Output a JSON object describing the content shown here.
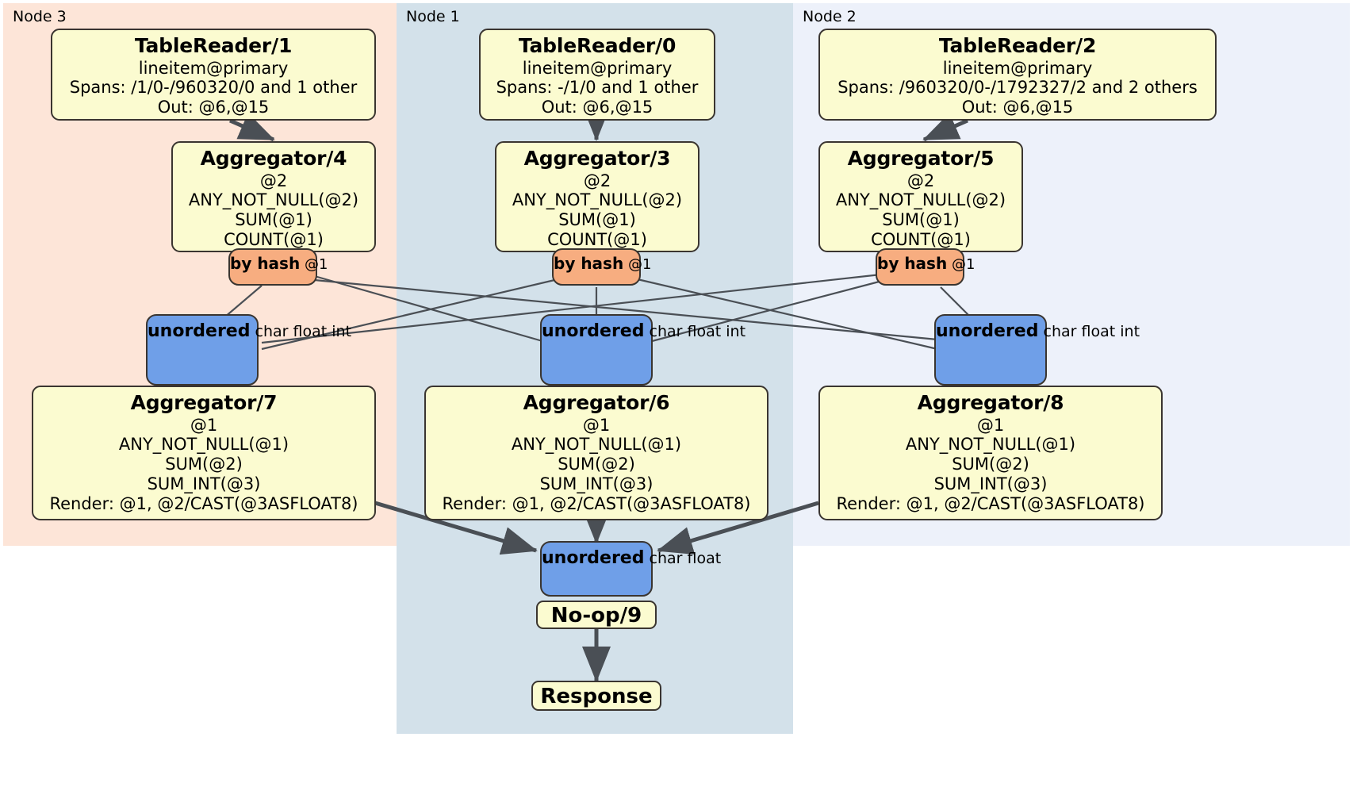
{
  "diagram": {
    "type": "distributed-query-plan",
    "colors": {
      "node3_panel": "#fde5d8",
      "node1_panel": "#d3e1ea",
      "node2_panel": "#edf1fa",
      "processor_box": "#fbfbd0",
      "router_box": "#f7ad80",
      "receiver_box": "#6f9fe8",
      "border": "#3a3530",
      "edge": "#4a4f55"
    }
  },
  "panels": [
    {
      "id": "node3",
      "label": "Node 3"
    },
    {
      "id": "node1",
      "label": "Node 1"
    },
    {
      "id": "node2",
      "label": "Node 2"
    }
  ],
  "processors": {
    "table_reader_1": {
      "title": "TableReader/1",
      "lines": [
        "lineitem@primary",
        "Spans: /1/0-/960320/0 and 1 other",
        "Out: @6,@15"
      ]
    },
    "table_reader_0": {
      "title": "TableReader/0",
      "lines": [
        "lineitem@primary",
        "Spans: -/1/0 and 1 other",
        "Out: @6,@15"
      ]
    },
    "table_reader_2": {
      "title": "TableReader/2",
      "lines": [
        "lineitem@primary",
        "Spans: /960320/0-/1792327/2 and 2 others",
        "Out: @6,@15"
      ]
    },
    "aggregator_4": {
      "title": "Aggregator/4",
      "lines": [
        "@2",
        "ANY_NOT_NULL(@2)",
        "SUM(@1)",
        "COUNT(@1)"
      ]
    },
    "aggregator_3": {
      "title": "Aggregator/3",
      "lines": [
        "@2",
        "ANY_NOT_NULL(@2)",
        "SUM(@1)",
        "COUNT(@1)"
      ]
    },
    "aggregator_5": {
      "title": "Aggregator/5",
      "lines": [
        "@2",
        "ANY_NOT_NULL(@2)",
        "SUM(@1)",
        "COUNT(@1)"
      ]
    },
    "aggregator_7": {
      "title": "Aggregator/7",
      "lines": [
        "@1",
        "ANY_NOT_NULL(@1)",
        "SUM(@2)",
        "SUM_INT(@3)",
        "Render: @1, @2/CAST(@3ASFLOAT8)"
      ]
    },
    "aggregator_6": {
      "title": "Aggregator/6",
      "lines": [
        "@1",
        "ANY_NOT_NULL(@1)",
        "SUM(@2)",
        "SUM_INT(@3)",
        "Render: @1, @2/CAST(@3ASFLOAT8)"
      ]
    },
    "aggregator_8": {
      "title": "Aggregator/8",
      "lines": [
        "@1",
        "ANY_NOT_NULL(@1)",
        "SUM(@2)",
        "SUM_INT(@3)",
        "Render: @1, @2/CAST(@3ASFLOAT8)"
      ]
    },
    "noop_9": {
      "title": "No-op/9"
    },
    "response": {
      "title": "Response"
    }
  },
  "routers": {
    "by_hash_left": {
      "title": "by hash",
      "detail": "@1"
    },
    "by_hash_center": {
      "title": "by hash",
      "detail": "@1"
    },
    "by_hash_right": {
      "title": "by hash",
      "detail": "@1"
    }
  },
  "receivers": {
    "unordered_left": {
      "title": "unordered",
      "types": [
        "char",
        "float",
        "int"
      ]
    },
    "unordered_center": {
      "title": "unordered",
      "types": [
        "char",
        "float",
        "int"
      ]
    },
    "unordered_right": {
      "title": "unordered",
      "types": [
        "char",
        "float",
        "int"
      ]
    },
    "unordered_final": {
      "title": "unordered",
      "types": [
        "char",
        "float"
      ]
    }
  }
}
